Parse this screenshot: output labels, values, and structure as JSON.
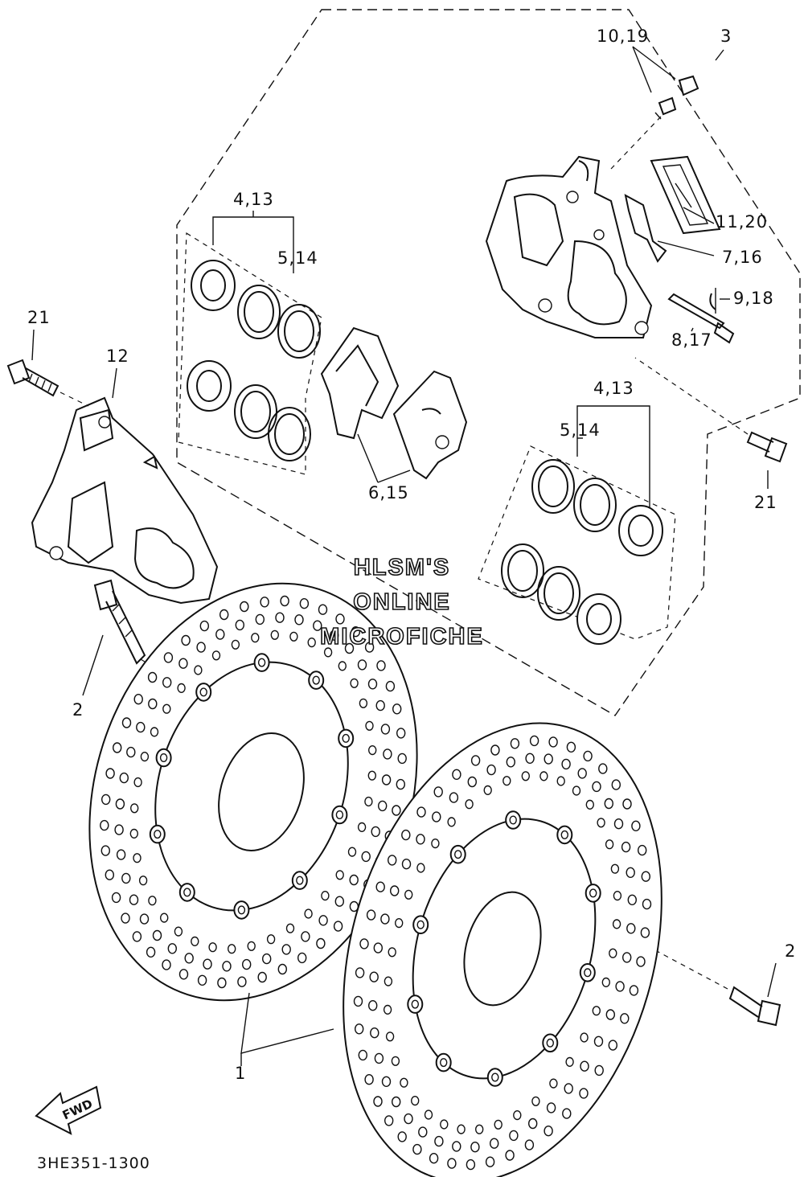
{
  "callouts": [
    "10,19",
    "3",
    "4,13",
    "11,20",
    "5,14",
    "7,16",
    "9,18",
    "21",
    "8,17",
    "12",
    "4,13",
    "5,14",
    "6,15",
    "21",
    "2",
    "2",
    "1"
  ],
  "fwd_label": "FWD",
  "watermark": [
    "HLSM'S",
    "ONLINE",
    "MICROFICHE"
  ],
  "diagram_code": "3HE351-1300"
}
